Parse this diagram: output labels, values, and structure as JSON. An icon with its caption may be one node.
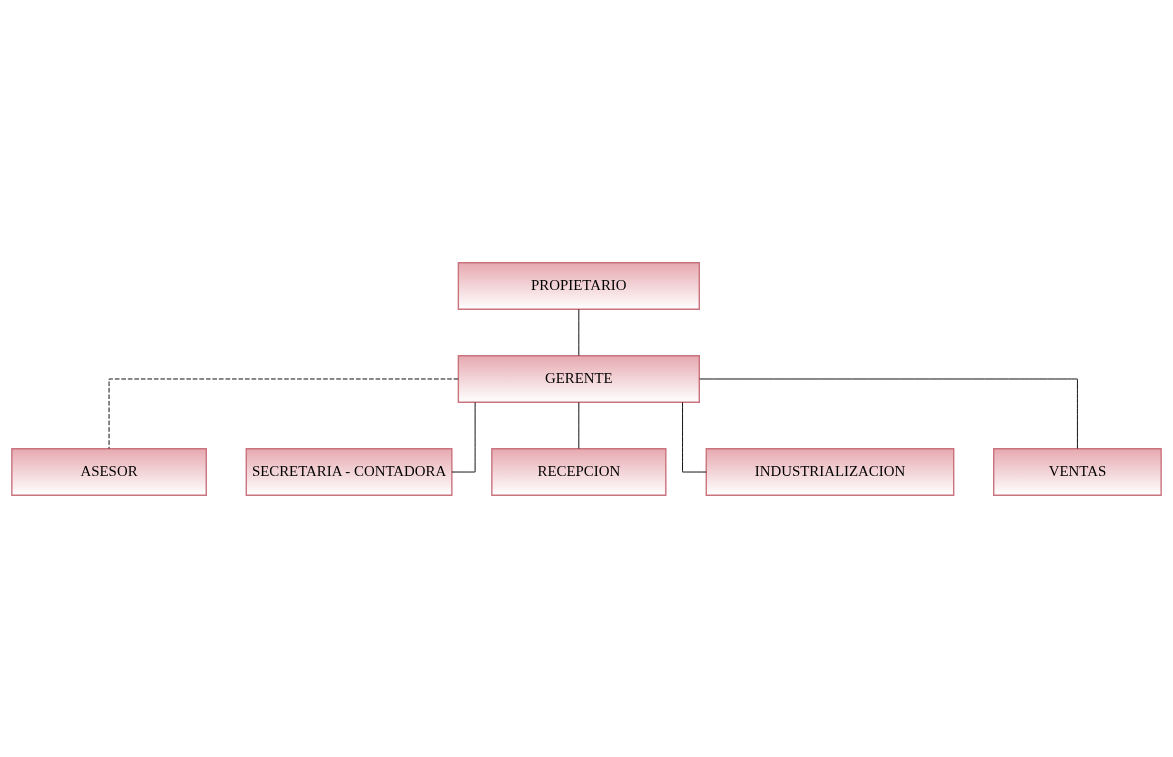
{
  "diagram": {
    "nodes": [
      {
        "text": [
          "PROPIETARIO"
        ]
      },
      {
        "text": [
          "GERENTE"
        ]
      },
      {
        "text": [
          "ASESOR"
        ]
      },
      {
        "text": [
          "SECRETARIA - CONTADORA"
        ]
      },
      {
        "text": [
          "RECEPCION"
        ]
      },
      {
        "text": [
          "INDUSTRIALIZACION"
        ]
      },
      {
        "text": [
          "VENTAS"
        ]
      }
    ],
    "edges": [
      {
        "from": 0,
        "to": 1,
        "arrow": "none"
      },
      {
        "from": 1,
        "to": 2,
        "arrow": "none",
        "style": "dashed"
      },
      {
        "from": 1,
        "to": 3,
        "arrow": "none"
      },
      {
        "from": 1,
        "to": 4,
        "arrow": "none"
      },
      {
        "from": 1,
        "to": 5,
        "arrow": "none"
      },
      {
        "from": 1,
        "to": 6,
        "arrow": "none"
      }
    ]
  }
}
